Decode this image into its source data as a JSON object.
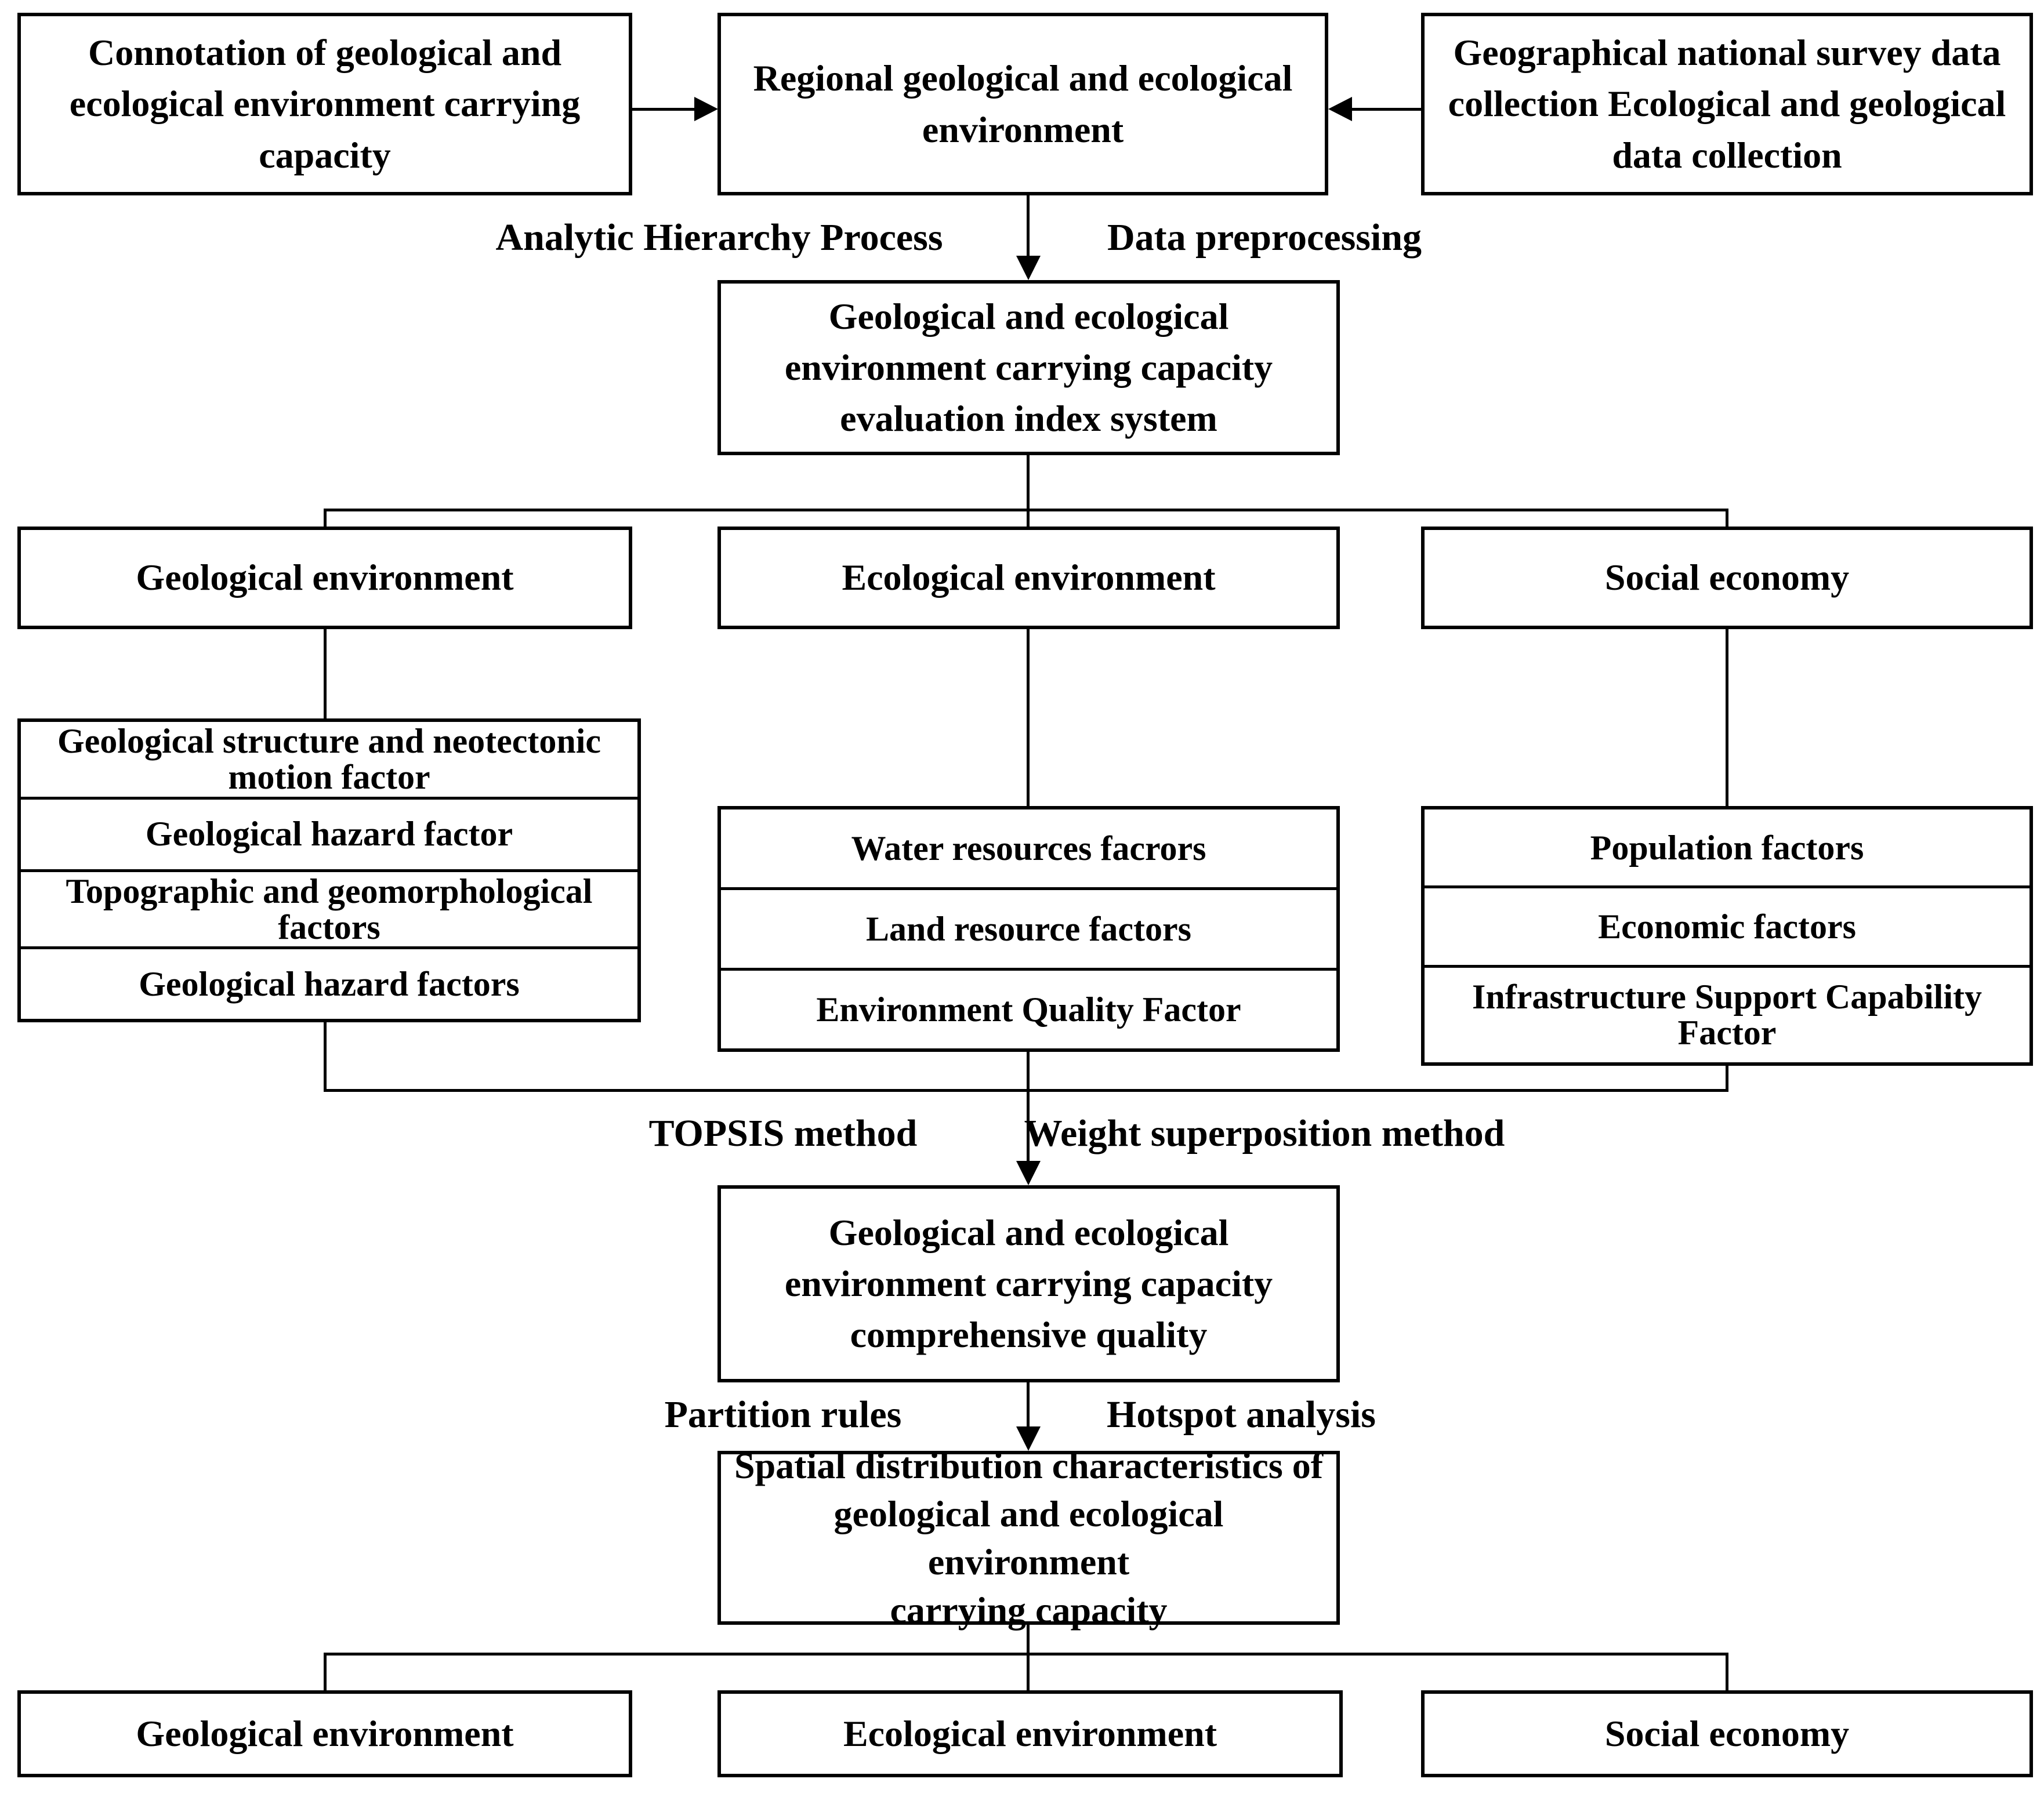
{
  "colors": {
    "line": "#000000",
    "background": "#ffffff",
    "text": "#000000"
  },
  "nodes": {
    "connotation": {
      "text": "Connotation of geological and ecological environment carrying capacity",
      "lines": [
        "Connotation of geological and",
        "ecological environment carrying",
        "capacity"
      ]
    },
    "regional": {
      "text": "Regional geological and ecological environment",
      "lines": [
        "Regional geological and ecological",
        "environment"
      ]
    },
    "survey": {
      "text": "Geographical national survey data collection Ecological and geological data collection",
      "lines": [
        "Geographical national survey data",
        "collection Ecological and geological",
        "data collection"
      ]
    },
    "index_system": {
      "text": "Geological and ecological environment carrying capacity evaluation index system",
      "lines": [
        "Geological and ecological",
        "environment carrying capacity",
        "evaluation index system"
      ]
    },
    "comprehensive_quality": {
      "text": "Geological and ecological environment carrying capacity comprehensive quality",
      "lines": [
        "Geological and ecological",
        "environment carrying capacity",
        "comprehensive quality"
      ]
    },
    "spatial_distribution": {
      "text": "Spatial distribution characteristics of geological and ecological environment carrying capacity",
      "lines": [
        "Spatial distribution characteristics of",
        "geological and ecological environment",
        "carrying capacity"
      ]
    }
  },
  "categories": {
    "geological": "Geological environment",
    "ecological": "Ecological environment",
    "social": "Social economy"
  },
  "factors": {
    "geological": [
      "Geological  structure and neotectonic motion factor",
      "Geological hazard factor",
      "Topographic and geomorphological factors",
      "Geological hazard factors"
    ],
    "ecological": [
      "Water resources facrors",
      "Land resource factors",
      "Environment Quality Factor"
    ],
    "social": [
      "Population factors",
      "Economic factors",
      "Infrastructure Support Capability Factor"
    ]
  },
  "method_labels": {
    "ahp": "Analytic Hierarchy Process",
    "preprocessing": "Data preprocessing",
    "topsis": "TOPSIS method",
    "weight": "Weight superposition method",
    "partition": "Partition rules",
    "hotspot": "Hotspot analysis"
  },
  "outputs": {
    "geological": "Geological environment",
    "ecological": "Ecological environment",
    "social": "Social economy"
  }
}
